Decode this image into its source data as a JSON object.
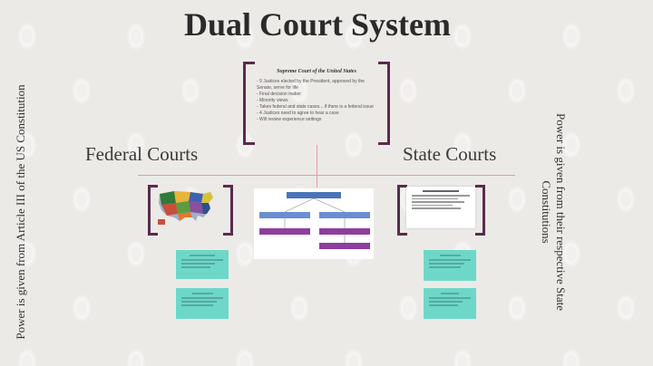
{
  "title": "Dual Court System",
  "left_caption": "Power is given from Article III of the US Constitution",
  "right_caption": "Power is given from their respective State\nConstitutions",
  "federal_heading": "Federal Courts",
  "state_heading": "State Courts",
  "supreme": {
    "title": "Supreme Court of the United States",
    "lines": [
      "- 9 Justices elected by the President, approved by the Senate, serve for life",
      "- Final decision maker",
      "- Minority views",
      "- Takes federal and state cases... if there is a federal issue",
      "- 4 Justices need to agree to hear a case",
      "- Will review experience settings"
    ]
  },
  "colors": {
    "bracket": "#5a2b4e",
    "connector": "#e79b9b",
    "teal": "#6ed8c8",
    "flow_blue": "#4a74b8",
    "flow_purple": "#8d3e9e"
  },
  "icons": {
    "map": "us-map-icon"
  }
}
